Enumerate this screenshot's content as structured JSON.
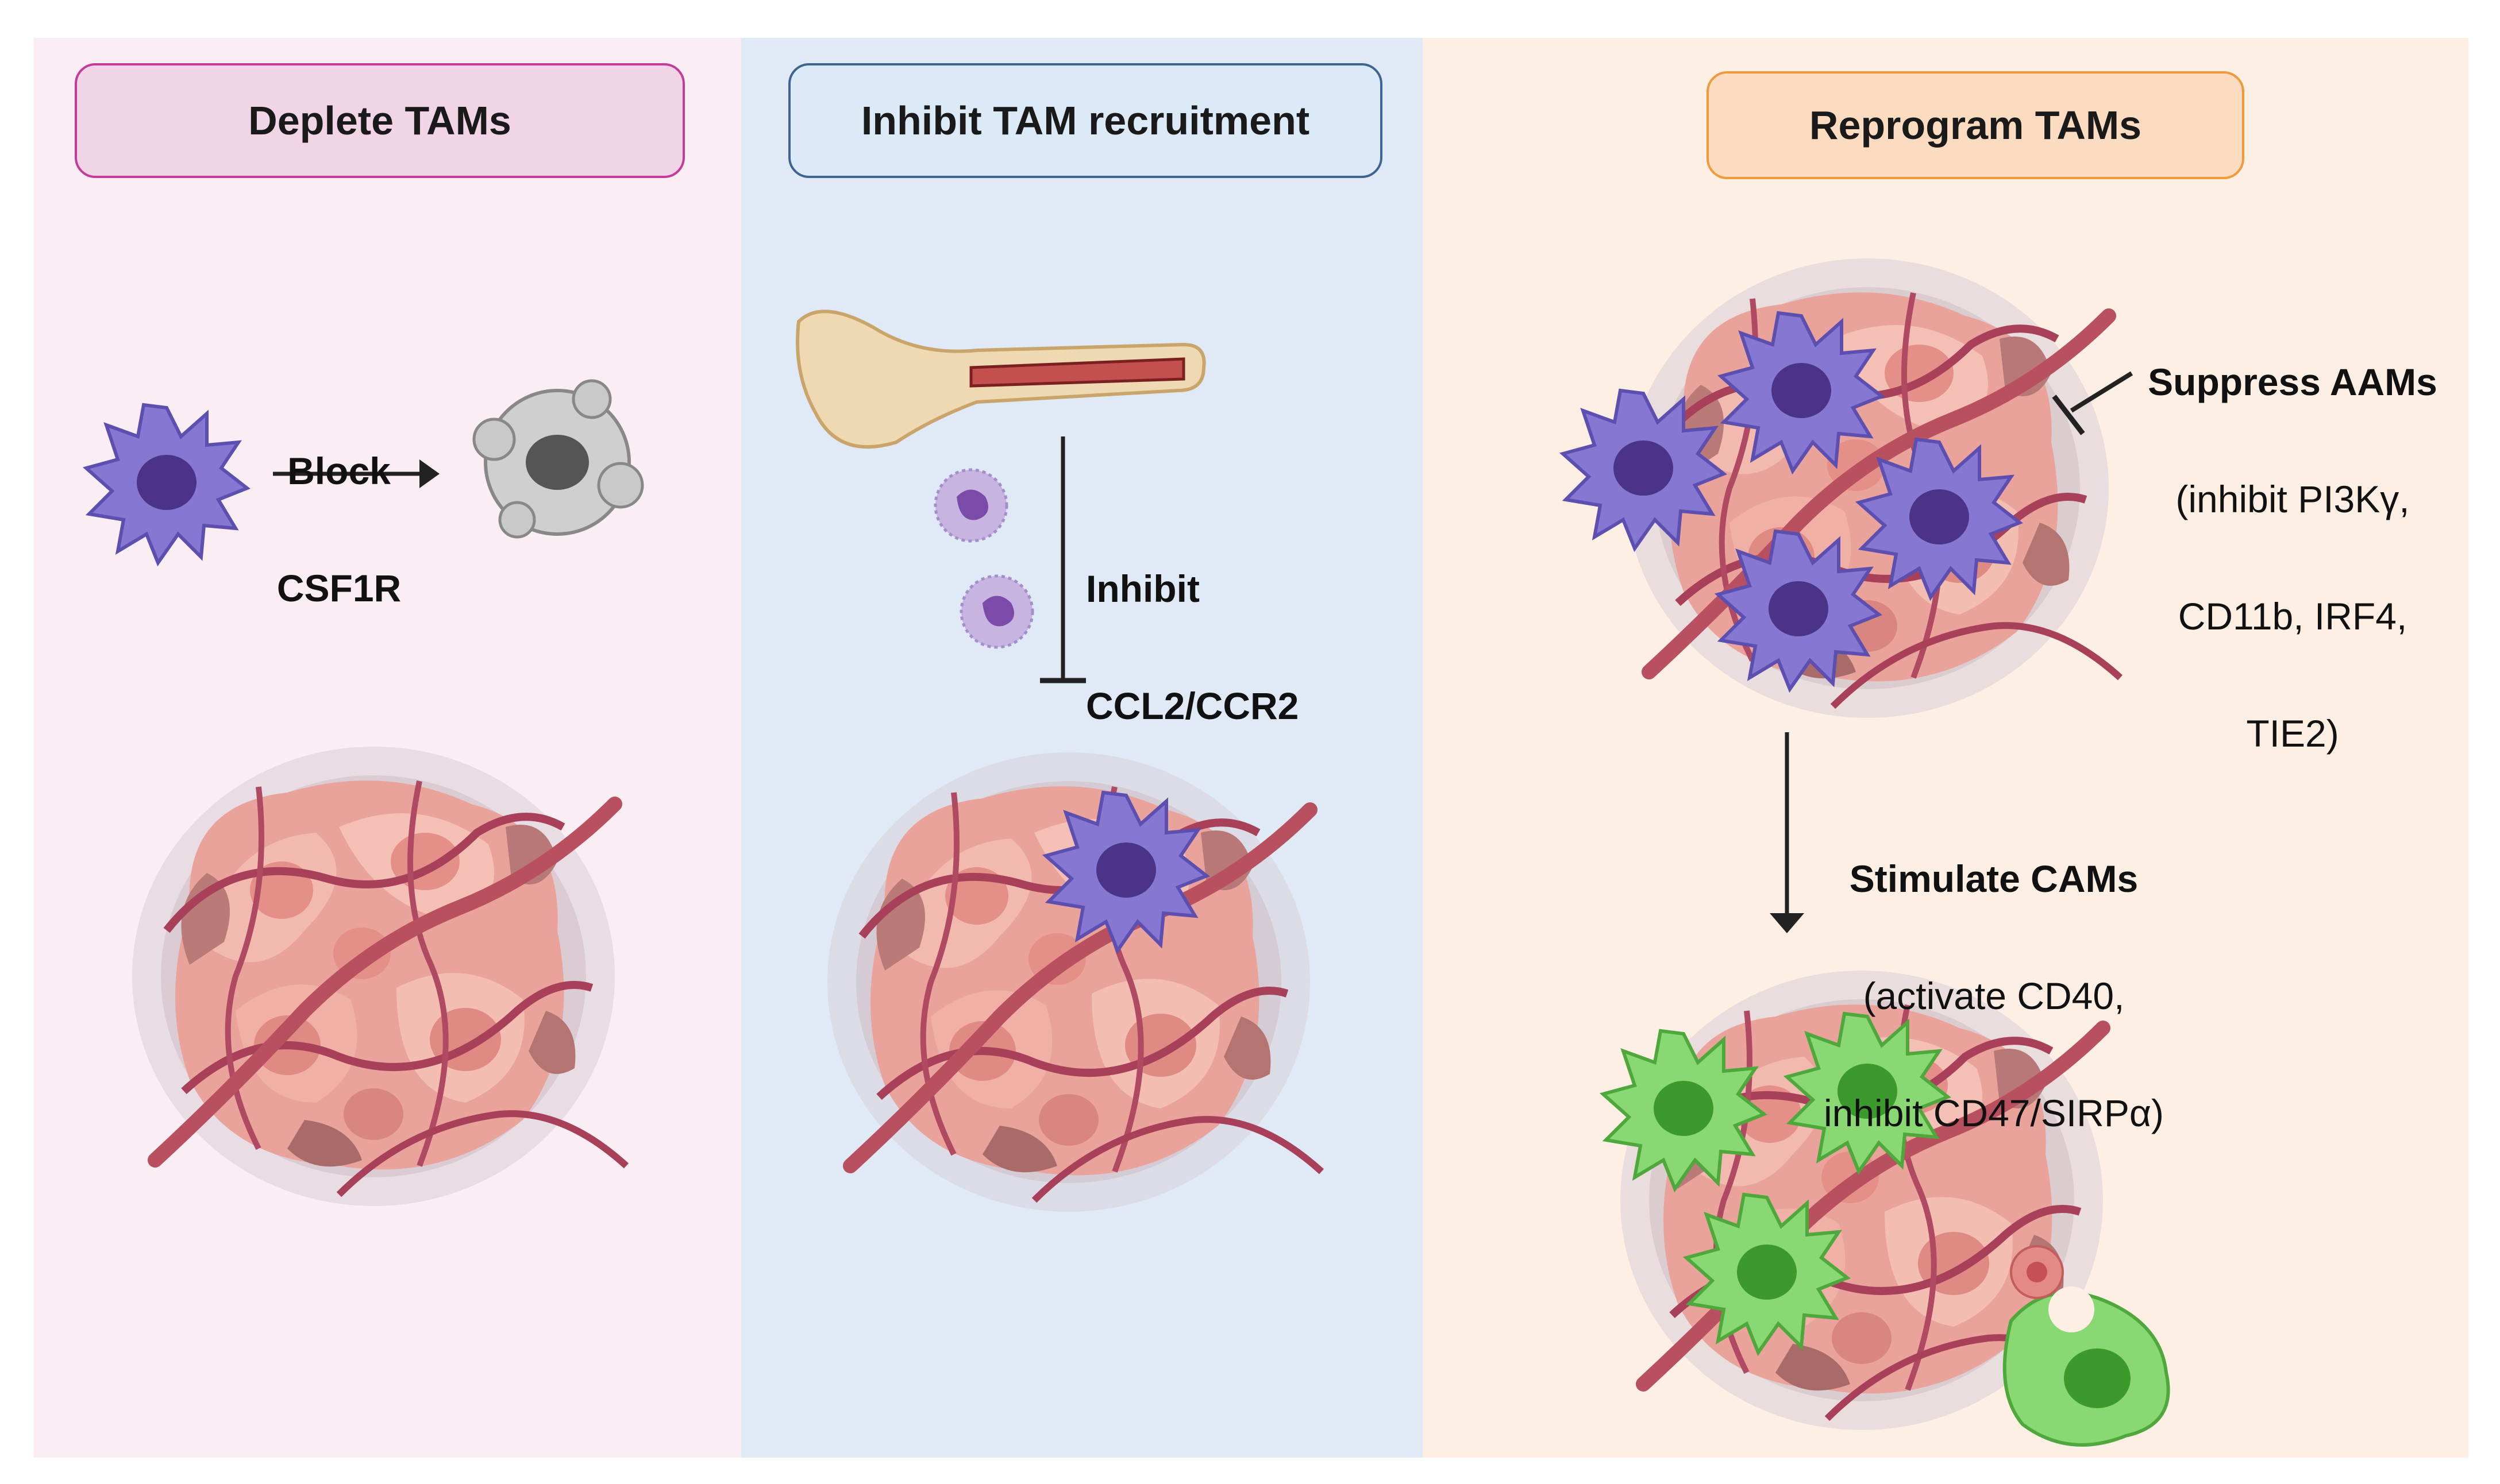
{
  "panels": [
    {
      "title": "Deplete TAMs",
      "step_label_line1": "Block",
      "step_label_line2": "CSF1R"
    },
    {
      "title": "Inhibit TAM recruitment",
      "step_label_line1": "Inhibit",
      "step_label_line2": "CCL2/CCR2"
    },
    {
      "title": "Reprogram TAMs",
      "suppress": {
        "heading": "Suppress AAMs",
        "line1": "(inhibit PI3Kγ,",
        "line2": "CD11b, IRF4,",
        "line3": "TIE2)"
      },
      "stimulate": {
        "heading": "Stimulate CAMs",
        "line1": "(activate CD40,",
        "line2": "inhibit CD47/SIRPα)"
      }
    }
  ],
  "colors": {
    "panel1_bg": "#fbedf4",
    "panel2_bg": "#dfeaf6",
    "panel3_bg": "#fdefe3",
    "tam_purple": "#7b6fc9",
    "cam_green": "#7ed46a",
    "tumor_pink": "#e9a49c",
    "vessel": "#a8405a"
  },
  "icons": [
    "macrophage-icon",
    "apoptotic-cell-icon",
    "bone-marrow-icon",
    "monocyte-icon",
    "tumor-icon",
    "inhibition-bar-icon",
    "arrow-icon"
  ]
}
